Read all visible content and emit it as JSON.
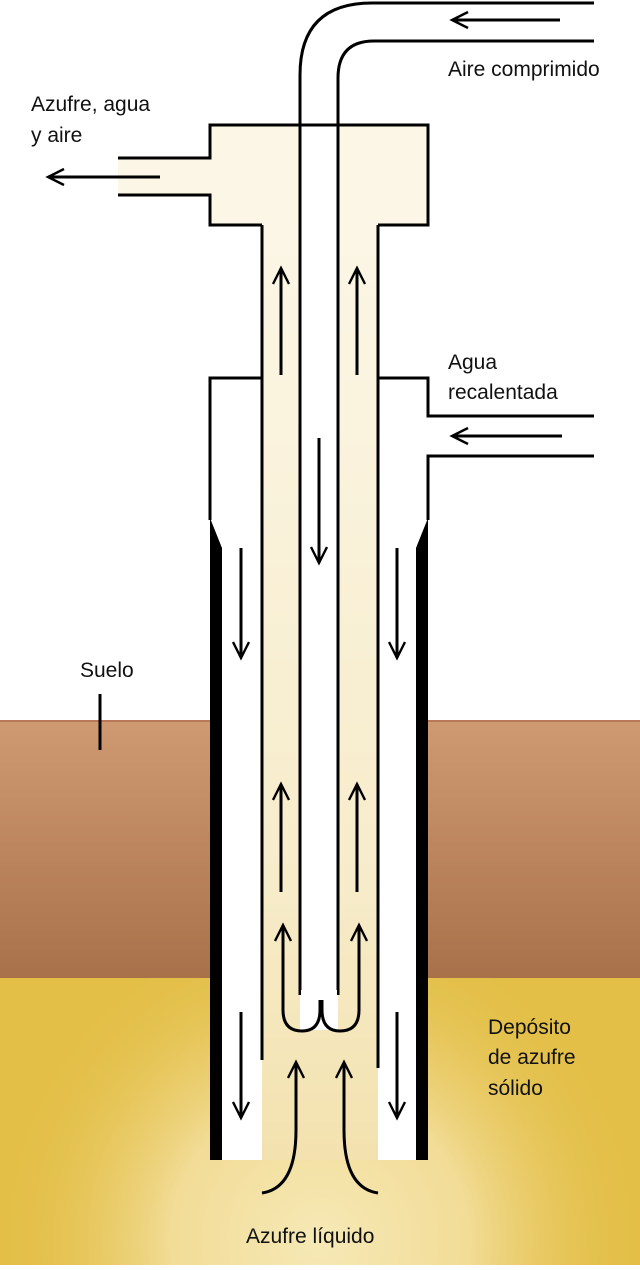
{
  "labels": {
    "compressed_air": "Aire comprimido",
    "output_line1": "Azufre, agua",
    "output_line2": "y aire",
    "hot_water_line1": "Agua",
    "hot_water_line2": "recalentada",
    "ground": "Suelo",
    "deposit_line1": "Depósito",
    "deposit_line2": "de azufre",
    "deposit_line3": "sólido",
    "liquid_sulfur": "Azufre líquido"
  },
  "colors": {
    "soil_top": "#cf9a72",
    "soil_bottom": "#a9714a",
    "deposit": "#e3bf47",
    "deposit_glow": "#f6e9b6",
    "sulfur_fill": "#f7ebc9",
    "outline": "#000000",
    "pipe_fill": "#ffffff"
  }
}
